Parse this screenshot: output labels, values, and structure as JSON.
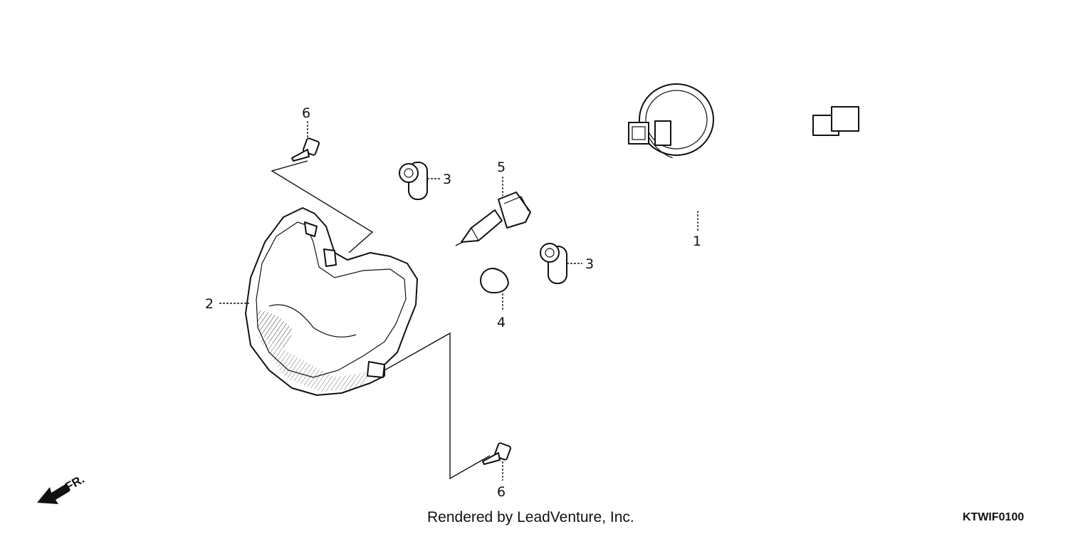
{
  "callouts": {
    "wire_harness": "1",
    "headlight_unit": "2",
    "rubber_upper": "3",
    "rubber_lower": "3",
    "dust_cap": "4",
    "bulb": "5",
    "screw_upper": "6",
    "screw_lower": "6"
  },
  "direction_label": "FR.",
  "credit": "Rendered by LeadVenture, Inc.",
  "diagram_code": "KTWIF0100"
}
